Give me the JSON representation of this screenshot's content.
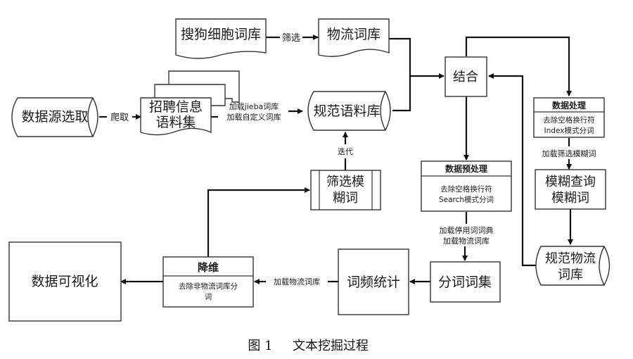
{
  "diagram": {
    "nodes": {
      "sogou": "搜狗细胞词库",
      "logistics_lex": "物流词库",
      "source": "数据源选取",
      "recruit_line1": "招聘信息",
      "recruit_line2": "语料集",
      "std_corpus": "规范语料库",
      "combine": "结合",
      "proc_title": "数据处理",
      "proc_line1": "去除空格换行符",
      "proc_line2": "Index模式分词",
      "fuzzy_line1": "模糊查询",
      "fuzzy_line2": "模糊词",
      "std_lex_line1": "规范物流",
      "std_lex_line2": "词库",
      "filter_line1": "筛选模",
      "filter_line2": "糊词",
      "pre_title": "数据预处理",
      "pre_line1": "去除空格换行符",
      "pre_line2": "Search模式分词",
      "seg_set": "分词词集",
      "freq": "词频统计",
      "reduce_title": "降维",
      "reduce_line1": "去除非物流词库分",
      "reduce_line2": "词",
      "visual": "数据可视化"
    },
    "edges": {
      "filter": "筛选",
      "crawl": "爬取",
      "load_jieba": "加载jieba词库",
      "load_custom": "加载自定义词库",
      "iterate": "迭代",
      "load_fuzzy": "加载筛选模糊词",
      "load_stop": "加载停用词词典",
      "load_logistics": "加载物流词库",
      "load_logistics2": "加载物流词库"
    },
    "caption": {
      "figure": "图 1",
      "title": "文本挖掘过程"
    }
  }
}
